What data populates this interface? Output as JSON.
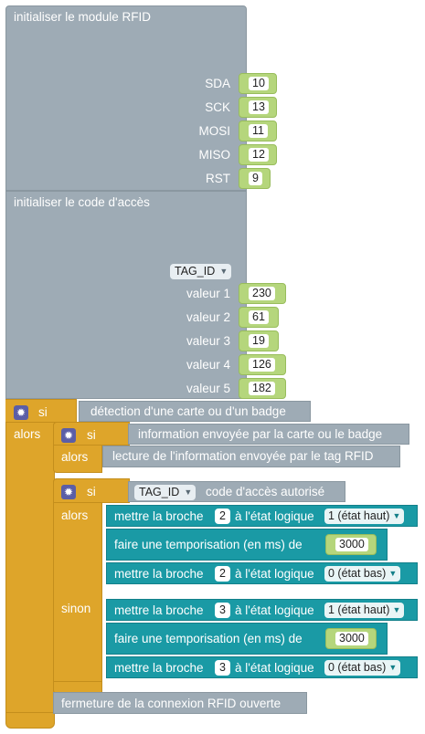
{
  "rfid_init": {
    "title": "initialiser le module RFID",
    "pins": [
      {
        "label": "SDA",
        "value": "10"
      },
      {
        "label": "SCK",
        "value": "13"
      },
      {
        "label": "MOSI",
        "value": "11"
      },
      {
        "label": "MISO",
        "value": "12"
      },
      {
        "label": "RST",
        "value": "9"
      }
    ]
  },
  "code_init": {
    "title": "initialiser le code d'accès",
    "variable": "TAG_ID",
    "values": [
      {
        "label": "valeur 1",
        "value": "230"
      },
      {
        "label": "valeur 2",
        "value": "61"
      },
      {
        "label": "valeur 3",
        "value": "19"
      },
      {
        "label": "valeur 4",
        "value": "126"
      },
      {
        "label": "valeur 5",
        "value": "182"
      }
    ]
  },
  "if_outer": {
    "si": "si",
    "alors": "alors",
    "condition": "détection d'une carte ou d'un badge"
  },
  "if_inner1": {
    "si": "si",
    "alors": "alors",
    "condition": "information envoyée par la carte ou le badge",
    "action": "lecture de l'information envoyée par le tag RFID"
  },
  "if_inner2": {
    "si": "si",
    "alors": "alors",
    "sinon": "sinon",
    "variable": "TAG_ID",
    "condition": "code d'accès autorisé",
    "then_blocks": {
      "set1": {
        "prefix": "mettre la broche",
        "pin": "2",
        "mid": "à l'état logique",
        "state": "1 (état haut)"
      },
      "delay": {
        "text": "faire une temporisation (en ms) de",
        "value": "3000"
      },
      "set2": {
        "prefix": "mettre la broche",
        "pin": "2",
        "mid": "à l'état logique",
        "state": "0 (état bas)"
      }
    },
    "else_blocks": {
      "set1": {
        "prefix": "mettre la broche",
        "pin": "3",
        "mid": "à l'état logique",
        "state": "1 (état haut)"
      },
      "delay": {
        "text": "faire une temporisation (en ms) de",
        "value": "3000"
      },
      "set2": {
        "prefix": "mettre la broche",
        "pin": "3",
        "mid": "à l'état logique",
        "state": "0 (état bas)"
      }
    }
  },
  "close_block": {
    "text": "fermeture de la connexion RFID ouverte"
  },
  "colors": {
    "grey_block": "#9eabb5",
    "gold_block": "#dea52a",
    "teal_block": "#1a9aa5",
    "number_block": "#b5d67c",
    "gear_icon": "#5b5ea6"
  }
}
